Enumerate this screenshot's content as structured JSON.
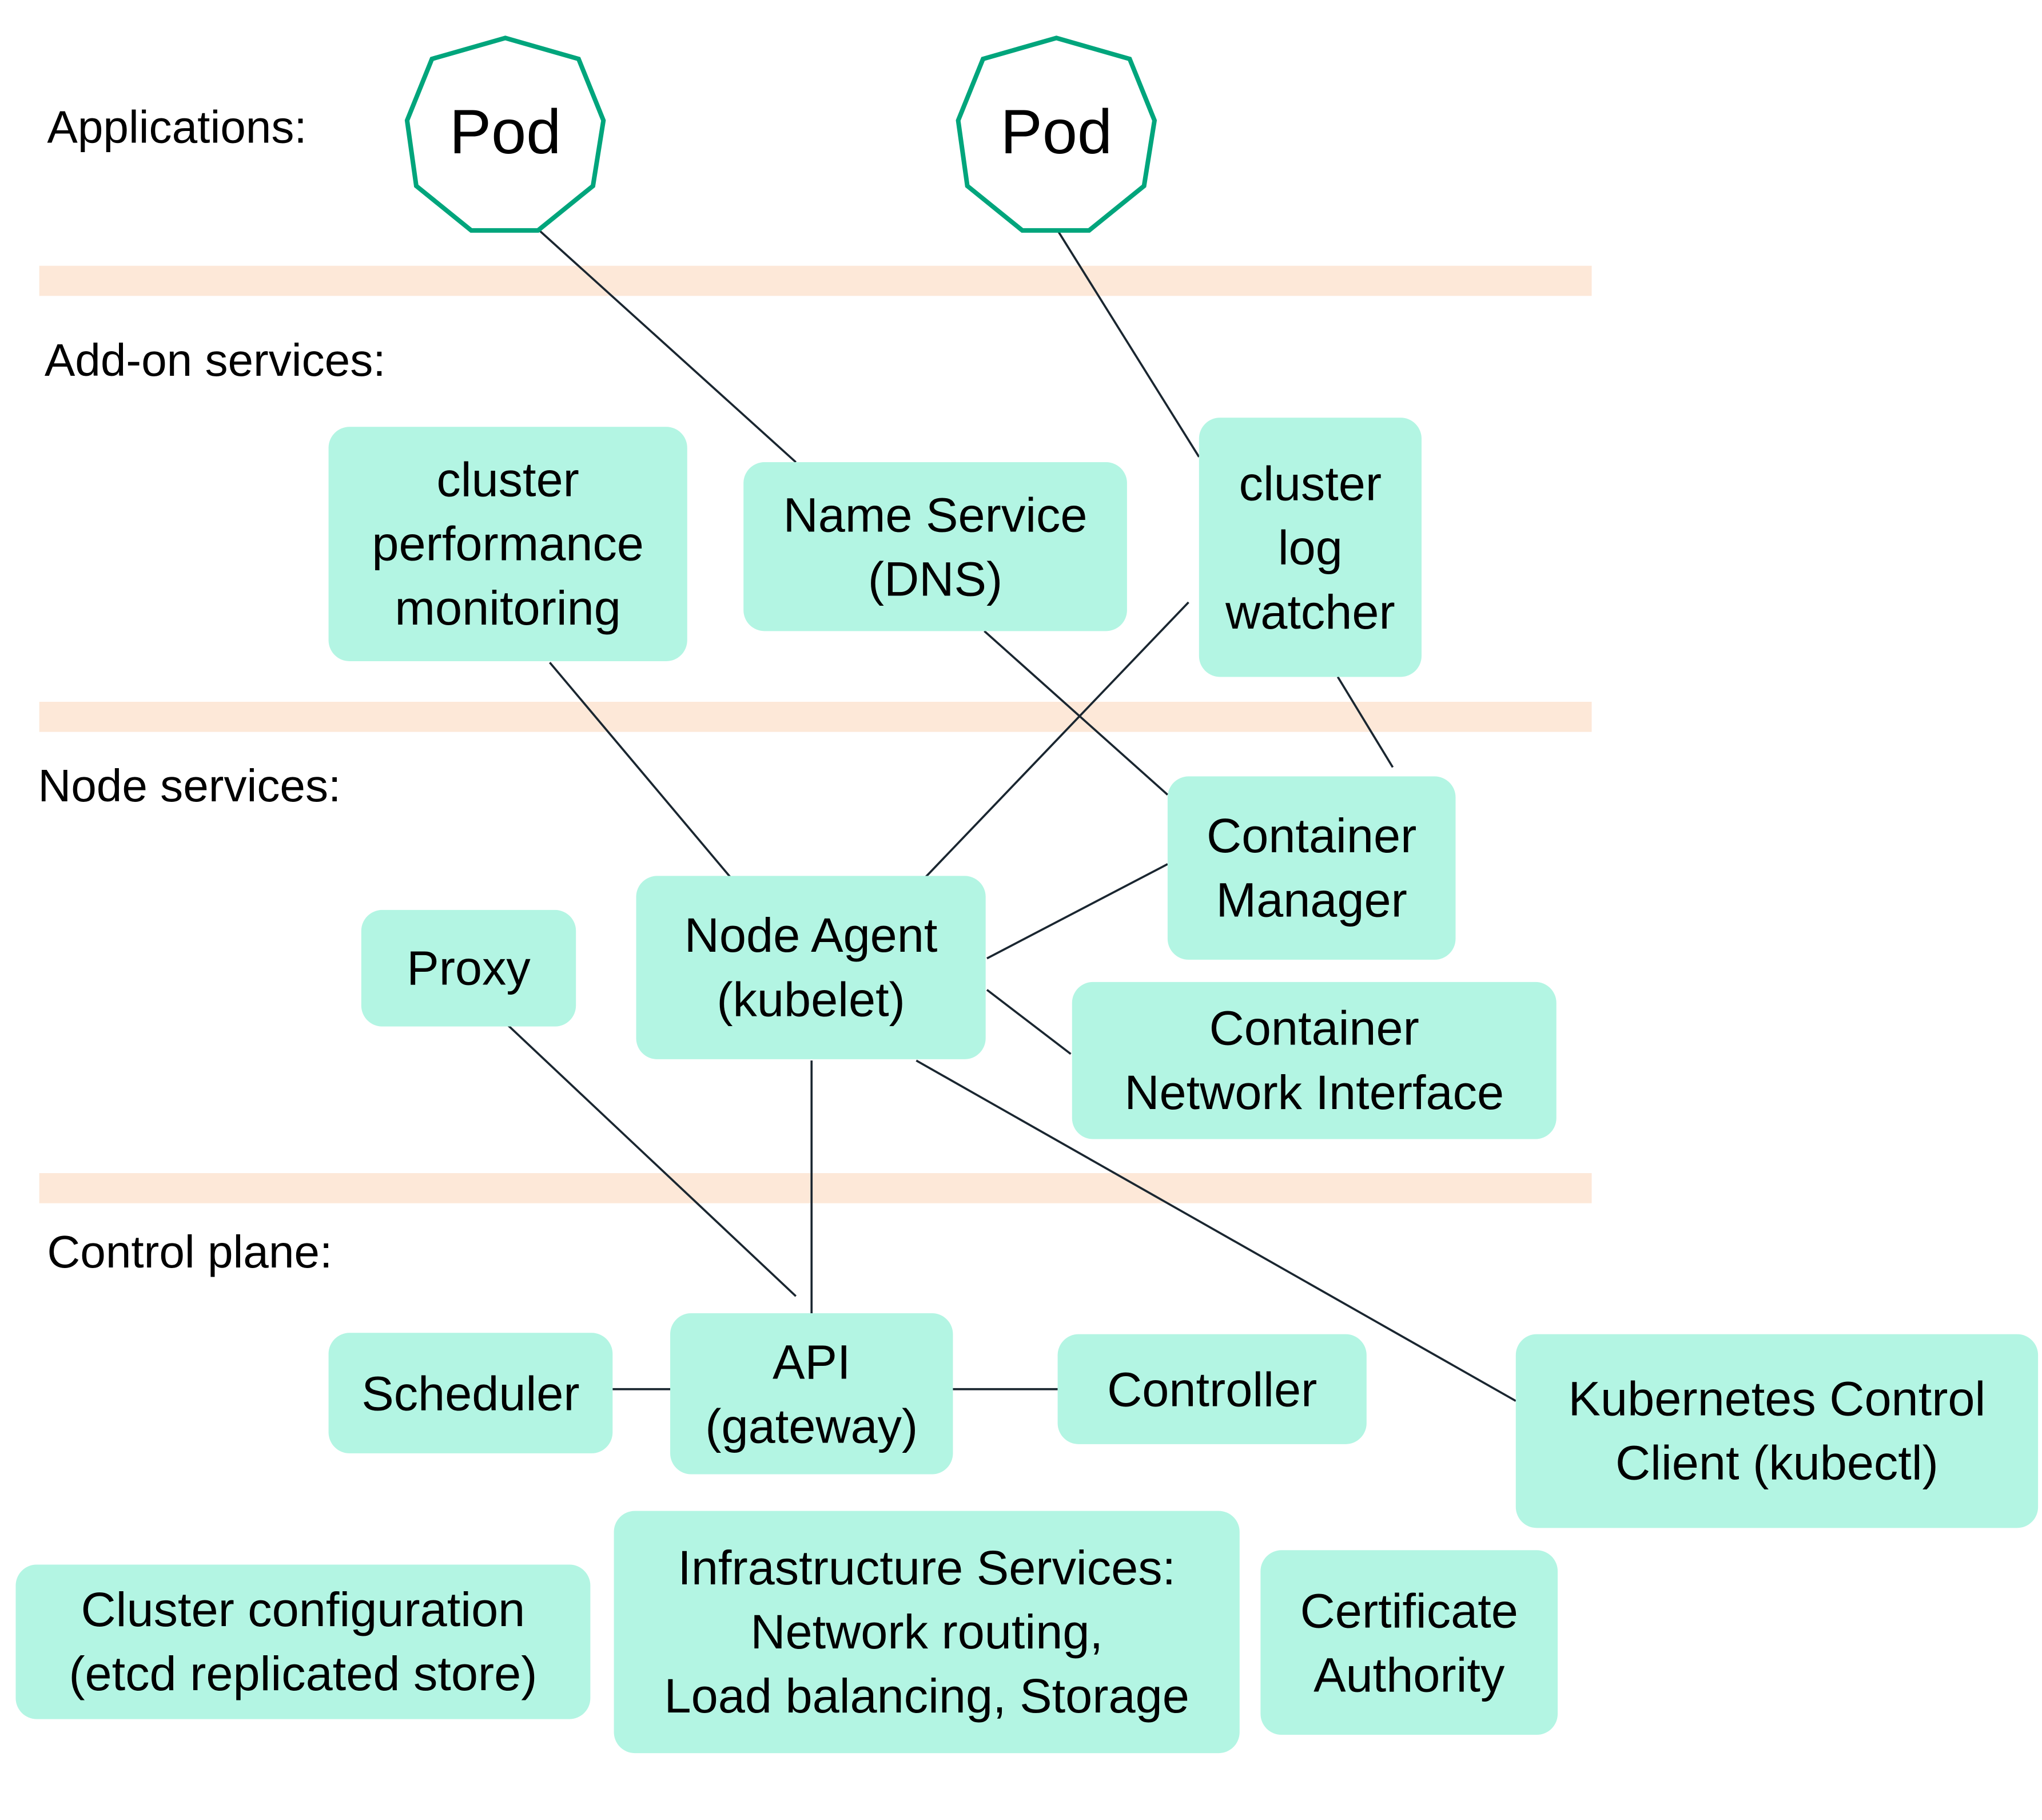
{
  "layers": [
    {
      "label": "Applications:"
    },
    {
      "label": "Add-on services:"
    },
    {
      "label": "Node services:"
    },
    {
      "label": "Control plane:"
    }
  ],
  "pods": [
    {
      "label": "Pod"
    },
    {
      "label": "Pod"
    }
  ],
  "addons": {
    "perf": "cluster\nperformance\nmonitoring",
    "dns": "Name Service\n(DNS)",
    "log": "cluster\nlog\nwatcher"
  },
  "node": {
    "proxy": "Proxy",
    "agent": "Node Agent\n(kubelet)",
    "manager": "Container\nManager",
    "cni": "Container\nNetwork Interface"
  },
  "control": {
    "scheduler": "Scheduler",
    "api": "API\n(gateway)",
    "controller": "Controller",
    "kubectl": "Kubernetes Control\nClient (kubectl)",
    "etcd": "Cluster configuration\n(etcd replicated store)",
    "infra": "Infrastructure Services:\nNetwork routing,\nLoad balancing, Storage",
    "ca": "Certificate\nAuthority"
  },
  "colors": {
    "box_fill": "#b3f5e3",
    "pod_stroke": "#00a57c",
    "band": "#fde8d8",
    "line": "#1a2630"
  }
}
